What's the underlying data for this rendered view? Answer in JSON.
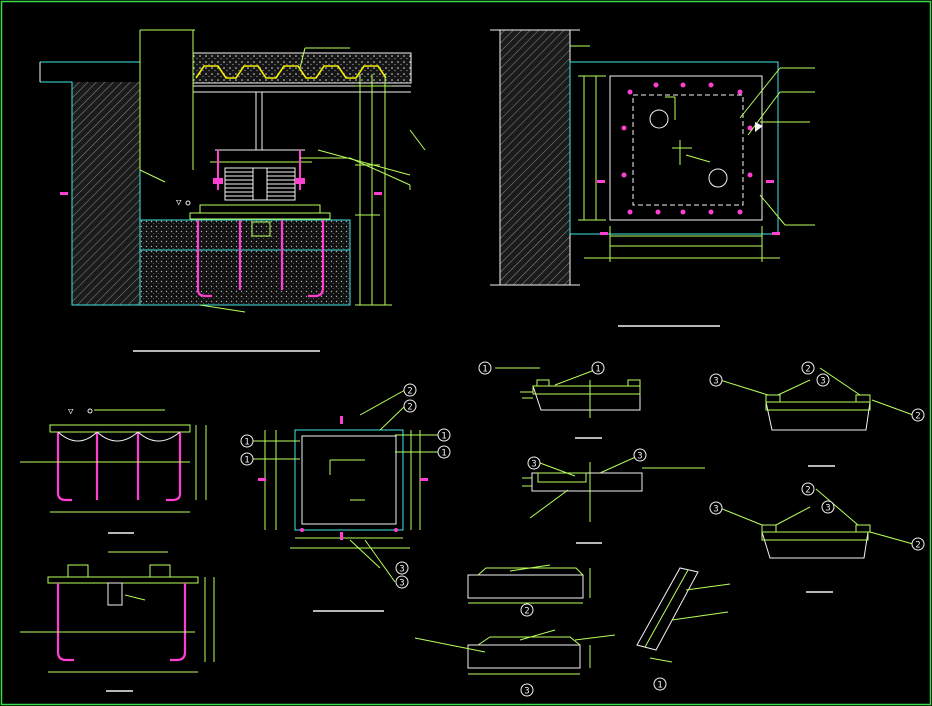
{
  "title": "CAD drawing – steel column base / embedded plate details",
  "colors": {
    "background": "#000000",
    "frame": "#39d94a",
    "line": "#b8ff5a",
    "cyan": "#3fe6e6",
    "white": "#f2f2f2",
    "magenta": "#ff3fd2",
    "yellow": "#f4f000",
    "hatch": "#9a9a9a"
  },
  "callouts": {
    "c1": "1",
    "c2": "2",
    "c3": "3"
  }
}
